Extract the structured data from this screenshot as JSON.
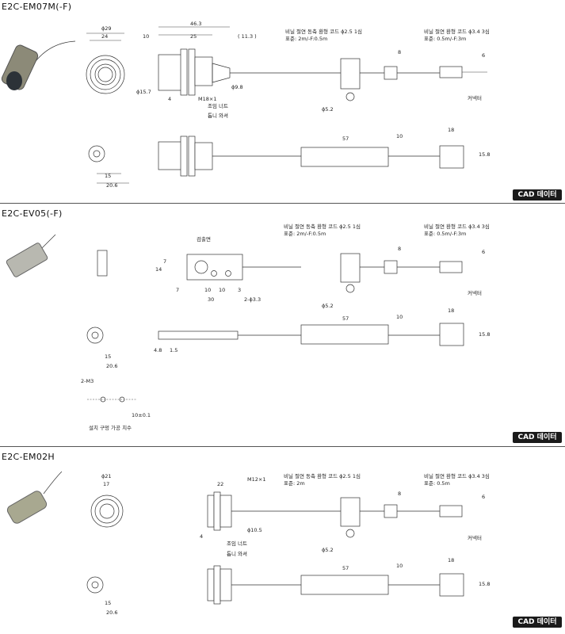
{
  "sections": [
    {
      "title": "E2C-EM07M(-F)",
      "cad": "CAD 데이터",
      "labels": {
        "dia29": "ϕ29",
        "w24": "24",
        "d10": "10",
        "d46_3": "46.3",
        "d25": "25",
        "d11_3": "( 11.3 )",
        "dia15_7": "ϕ15.7",
        "d4": "4",
        "thread": "M18×1",
        "nut": "조임 너트",
        "washer": "톱니 와셔",
        "dia9_8": "ϕ9.8",
        "cable1": "비닐 절연 동축 환형 코드 ϕ2.5 1심",
        "std1": "표준: 2m/-F:0.5m",
        "cable2": "비닐 절연 환형 코드 ϕ3.4 3심",
        "std2": "표준: 0.5m/-F:3m",
        "d8": "8",
        "d6": "6",
        "dia5_2": "ϕ5.2",
        "connector": "커넥터",
        "d57": "57",
        "d10b": "10",
        "d18": "18",
        "d15_8": "15.8",
        "d15": "15",
        "d20_6": "20.6"
      }
    },
    {
      "title": "E2C-EV05(-F)",
      "cad": "CAD 데이터",
      "labels": {
        "detect": "검출면",
        "d7": "7",
        "d14": "14",
        "d7b": "7",
        "d10a": "10",
        "d10c": "10",
        "d3": "3",
        "d30": "30",
        "holes": "2-ϕ3.3",
        "cable1": "비닐 절연 동축 환형 코드 ϕ2.5 1심",
        "std1": "표준: 2m/-F:0.5m",
        "cable2": "비닐 절연 환형 코드 ϕ3.4 3심",
        "std2": "표준: 0.5m/-F:3m",
        "d8": "8",
        "d6": "6",
        "dia5_2": "ϕ5.2",
        "connector": "커넥터",
        "d57": "57",
        "d10b": "10",
        "d18": "18",
        "d15_8": "15.8",
        "d4_8": "4.8",
        "d1_5": "1.5",
        "d15": "15",
        "d20_6": "20.6",
        "m3": "2-M3",
        "d10tol": "10±0.1",
        "mount": "설치 구멍 가공 치수"
      }
    },
    {
      "title": "E2C-EM02H",
      "cad": "CAD 데이터",
      "labels": {
        "dia21": "ϕ21",
        "w17": "17",
        "d22": "22",
        "thread": "M12×1",
        "dia10_5": "ϕ10.5",
        "d4": "4",
        "nut": "조임 너트",
        "washer": "톱니 와셔",
        "cable1": "비닐 절연 동축 환형 코드 ϕ2.5 1심",
        "std1": "표준: 2m",
        "cable2": "비닐 절연 환형 코드 ϕ3.4 3심",
        "std2": "표준: 0.5m",
        "d8": "8",
        "d6": "6",
        "dia5_2": "ϕ5.2",
        "connector": "커넥터",
        "d57": "57",
        "d10b": "10",
        "d18": "18",
        "d15_8": "15.8",
        "d15": "15",
        "d20_6": "20.6"
      }
    }
  ]
}
